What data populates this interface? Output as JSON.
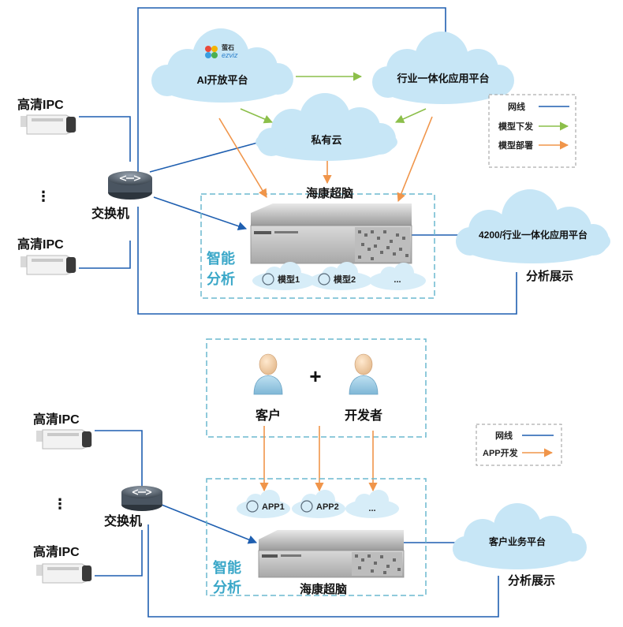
{
  "colors": {
    "network_line": "#1f5fb0",
    "model_push_line": "#8cbf4a",
    "deploy_line": "#f0954a",
    "cloud_fill": "#c7e6f6",
    "dashed_box": "#6bb8cf",
    "smart_label": "#3aa7c8"
  },
  "top": {
    "ipc_top_label": "高清IPC",
    "ipc_bottom_label": "高清IPC",
    "ellipsis": "⋮",
    "switch_label": "交换机",
    "ai_platform_label": "AI开放平台",
    "ezviz_logo_cn": "萤石",
    "ezviz_logo_en": "ezviz",
    "industry_platform_label": "行业一体化应用平台",
    "private_cloud_label": "私有云",
    "brain_label": "海康超脑",
    "smart_line1": "智能",
    "smart_line2": "分析",
    "model1_label": "模型1",
    "model2_label": "模型2",
    "more_label": "...",
    "right_cloud_label": "4200/行业一体化应用平台",
    "display_label": "分析展示",
    "legend": {
      "network": "网线",
      "model_push": "模型下发",
      "model_deploy": "模型部署"
    }
  },
  "bottom": {
    "customer_label": "客户",
    "plus": "+",
    "developer_label": "开发者",
    "ipc_top_label": "高清IPC",
    "ipc_bottom_label": "高清IPC",
    "ellipsis": "⋮",
    "switch_label": "交换机",
    "app1_label": "APP1",
    "app2_label": "APP2",
    "more_label": "...",
    "smart_line1": "智能",
    "smart_line2": "分析",
    "brain_label": "海康超脑",
    "right_cloud_label": "客户业务平台",
    "display_label": "分析展示",
    "legend": {
      "network": "网线",
      "app_dev": "APP开发"
    }
  }
}
